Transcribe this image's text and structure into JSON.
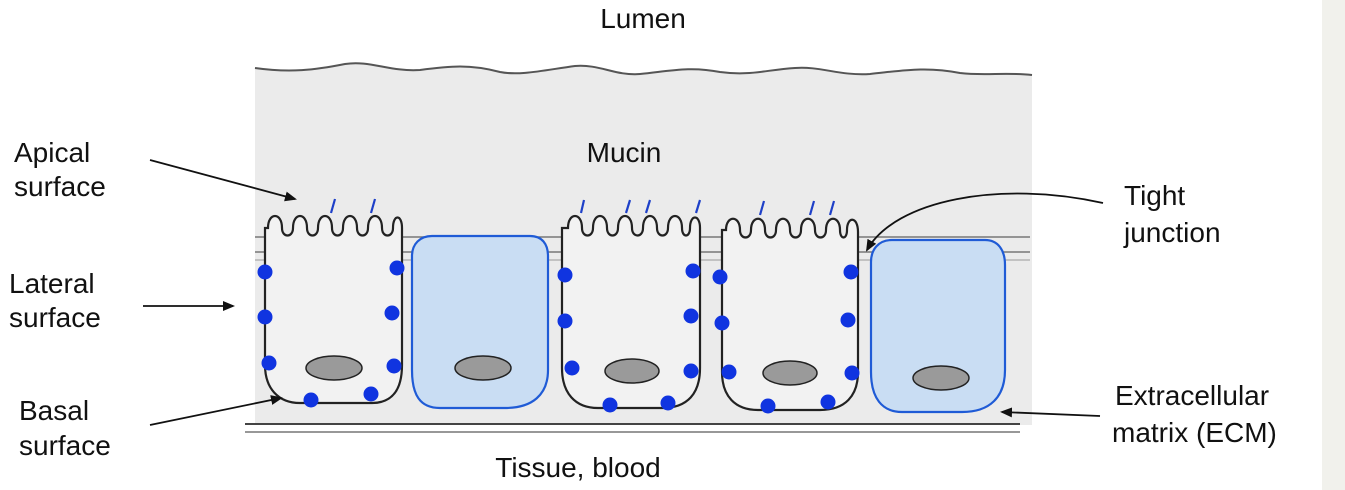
{
  "labels": {
    "lumen": "Lumen",
    "mucin": "Mucin",
    "apical_1": "Apical",
    "apical_2": "surface",
    "lateral_1": "Lateral",
    "lateral_2": "surface",
    "basal_1": "Basal",
    "basal_2": "surface",
    "tight_1": "Tight",
    "tight_2": "junction",
    "ecm_1": "Extracellular",
    "ecm_2": "matrix (ECM)",
    "tissue": "Tissue, blood"
  },
  "colors": {
    "background": "#ffffff",
    "mucin_fill": "#ebebeb",
    "goblet_fill": "#c9ddf3",
    "goblet_stroke": "#1f5bd6",
    "junction_dot": "#1034e0",
    "cilia": "#1e40c8",
    "nucleus": "#9a9a9a",
    "outline": "#222222"
  }
}
